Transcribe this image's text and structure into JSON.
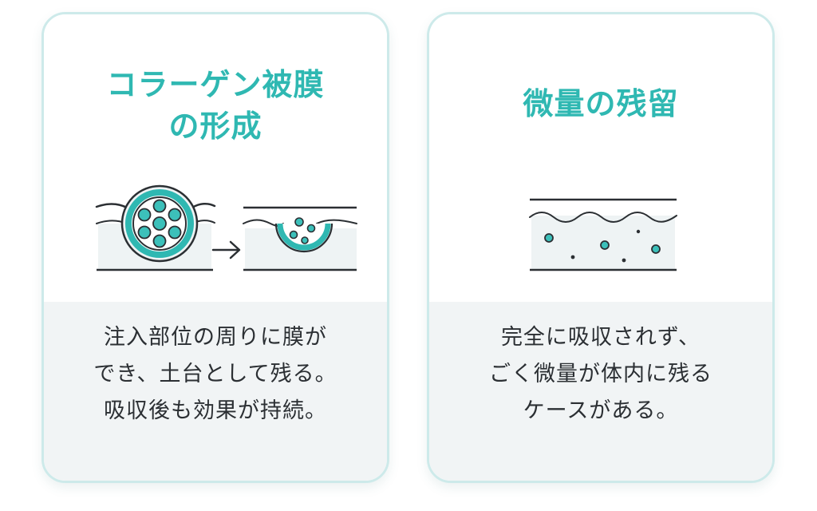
{
  "cards": [
    {
      "title_lines": [
        "コラーゲン被膜",
        "の形成"
      ],
      "text_lines": [
        "注入部位の周りに膜が",
        "でき、土台として残る。",
        "吸収後も効果が持続。"
      ],
      "illustration": "collagen-capsule-forming-icon"
    },
    {
      "title_lines": [
        "微量の残留"
      ],
      "text_lines": [
        "完全に吸収されず、",
        "ごく微量が体内に残る",
        "ケースがある。"
      ],
      "illustration": "trace-residue-layer-icon"
    }
  ],
  "colors": {
    "accent": "#2fb8b2",
    "card_border": "#cdeaea",
    "text": "#2b2f33",
    "panel_bottom": "#f1f4f5",
    "line": "#2b2f33"
  }
}
